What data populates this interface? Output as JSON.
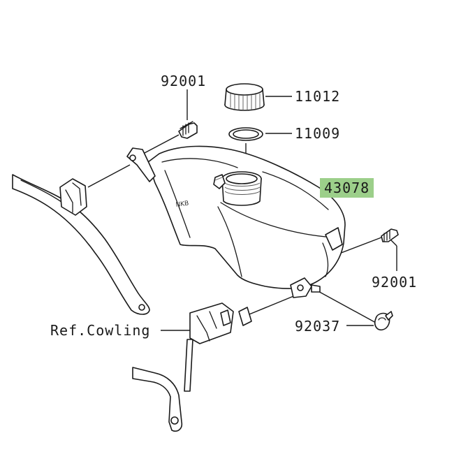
{
  "diagram": {
    "highlight_color": "#9ccf8a",
    "callouts": {
      "bolt_left": "92001",
      "cap": "11012",
      "gasket": "11009",
      "tank": "43078",
      "bolt_right": "92001",
      "clip": "92037",
      "reference": "Ref.Cowling"
    },
    "tank_embossed_mark": "NKB"
  }
}
